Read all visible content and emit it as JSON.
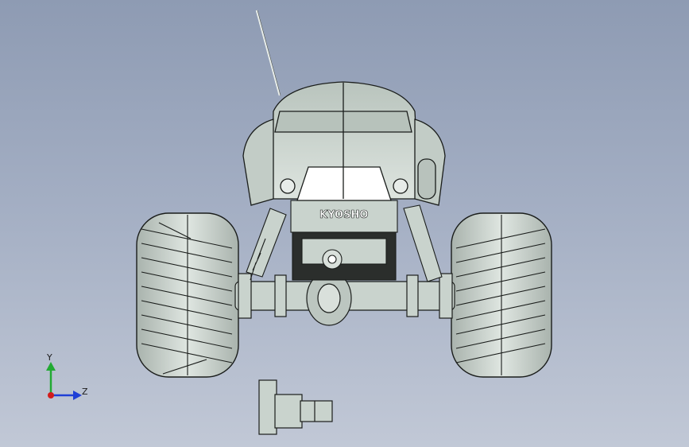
{
  "model": {
    "brand_decal": "KYOSHO",
    "fill": "#c9d3cd",
    "stroke": "#1a1d1b",
    "shade": "#9ea9a2"
  },
  "triad": {
    "y_label": "Y",
    "z_label": "Z",
    "y_color": "#22aa33",
    "z_color": "#1f3fd6",
    "x_color": "#d21c1c"
  },
  "icons": {
    "axis_triad": "coordinate-triad-icon"
  }
}
